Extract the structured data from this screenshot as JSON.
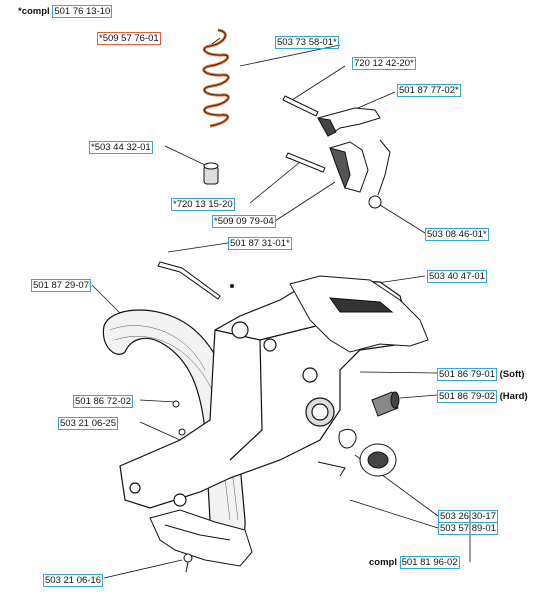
{
  "labels": {
    "compl_top_prefix": "*compl",
    "compl_top": "501 76 13-10",
    "spring_part": "*509 57 76-01",
    "p_503_73_58": "503 73 58-01*",
    "p_720_12_42": "720 12 42-20*",
    "p_501_87_77": "501 87 77-02*",
    "p_503_44_32": "*503 44 32-01",
    "p_720_13_15": "*720 13 15-20",
    "p_509_09_79": "*509 09 79-04",
    "p_503_08_46": "503 08 46-01*",
    "p_501_87_31": "501 87 31-01*",
    "p_501_87_29": "501 87 29-07",
    "p_503_40_47": "503 40 47-01",
    "p_501_86_79_soft": "501 86 79-01",
    "soft_suffix": "(Soft)",
    "p_501_86_79_hard": "501 86 79-02",
    "hard_suffix": "(Hard)",
    "p_501_86_72": "501 86 72-02",
    "p_503_21_06_25": "503 21 06-25",
    "p_503_26_30": "503 26 30-17",
    "p_503_57_89": "503 57 89-01",
    "compl_bottom_prefix": "compl",
    "compl_bottom": "501 81 96-02",
    "p_503_21_06_16": "503 21 06-16"
  },
  "colors": {
    "label_box": "#3aa6d6",
    "highlight_box": "#e0623a",
    "spring": "#e07a3a",
    "line": "#111111"
  }
}
